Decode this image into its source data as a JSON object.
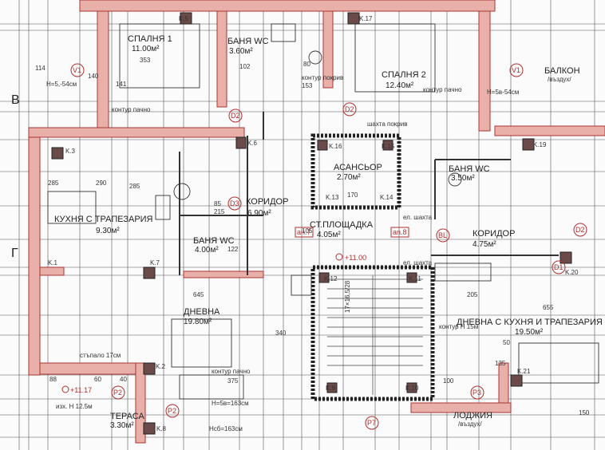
{
  "rooms": [
    {
      "id": "bedroom1",
      "name": "СПАЛНЯ 1",
      "area": "11.00м²"
    },
    {
      "id": "bath_top",
      "name": "БАНЯ WC",
      "area": "3.60м²"
    },
    {
      "id": "bedroom2",
      "name": "СПАЛНЯ 2",
      "area": "12.40м²"
    },
    {
      "id": "balcony",
      "name": "БАЛКОН",
      "sub": "/въздух/"
    },
    {
      "id": "kitchen",
      "name": "КУХНЯ С ТРАПЕЗАРИЯ",
      "area": "9.30м²"
    },
    {
      "id": "corridor_left",
      "name": "КОРИДОР",
      "area": "6.90м²"
    },
    {
      "id": "elevator",
      "name": "АСАНСЬОР",
      "area": "2.70м²"
    },
    {
      "id": "bath_right",
      "name": "БАНЯ WC",
      "area": "3.50м²"
    },
    {
      "id": "bath_left",
      "name": "БАНЯ WC",
      "area": "4.00м²"
    },
    {
      "id": "landing",
      "name": "СТ.ПЛОЩАДКА",
      "area": "4.05м²"
    },
    {
      "id": "corridor_right",
      "name": "КОРИДОР",
      "area": "4.75м²"
    },
    {
      "id": "living_left",
      "name": "ДНЕВНА",
      "area": "19.80м²"
    },
    {
      "id": "living_right",
      "name": "ДНЕВНА С КУХНЯ И ТРАПЕЗАРИЯ",
      "area": "19.50м²"
    },
    {
      "id": "terrace",
      "name": "ТЕРАСА",
      "area": "3.30м²"
    },
    {
      "id": "loggia",
      "name": "ЛОДЖИЯ",
      "sub": "/въздух/"
    }
  ],
  "columns": [
    "K.5",
    "K.17",
    "K.3",
    "K.6",
    "K.16",
    "K.15",
    "K.19",
    "K.13",
    "K.14",
    "K.7",
    "K.12",
    "K.11",
    "K.20",
    "K.2",
    "K.9",
    "K.10",
    "K.21",
    "K.8",
    "K.1"
  ],
  "axes": {
    "B": "В",
    "G": "Г"
  },
  "level": "+11.00",
  "level_left": "+11.17",
  "tags": [
    "D2",
    "D2",
    "D2",
    "D3",
    "D1",
    "V1",
    "V1",
    "BL",
    "an.7",
    "an.8",
    "P2",
    "P3",
    "P7",
    "P2"
  ],
  "notes": [
    "Н=5,-54см",
    "контур пачно",
    "контур покрив",
    "контур пачно",
    "Н=5в-54см",
    "шахта покрив",
    "ел. шахта",
    "ел. шахта",
    "Н=5в=163см",
    "стъпало 17см",
    "контур пачно",
    "Нсб=163см",
    "изх. Н 12.5м",
    "контур Н 15м"
  ],
  "dims": [
    "353",
    "140",
    "102",
    "141",
    "153",
    "290",
    "285",
    "285",
    "645",
    "655",
    "375",
    "340",
    "150",
    "114",
    "135",
    "170",
    "122",
    "80",
    "215",
    "85",
    "100",
    "105",
    "205",
    "88",
    "60",
    "50",
    "40"
  ],
  "stair": "17×16,5/28"
}
